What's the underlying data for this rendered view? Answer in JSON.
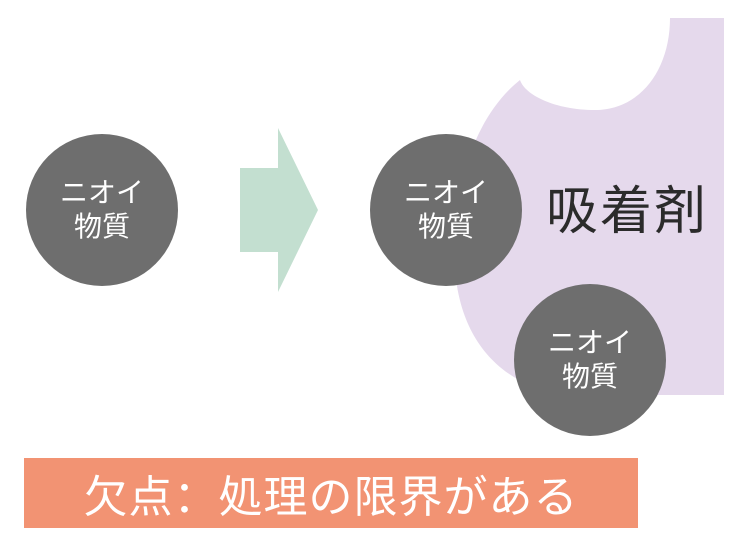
{
  "diagram": {
    "odor_substance_label": "ニオイ\n物質",
    "adsorbent_label": "吸着剤",
    "drawback_banner": "欠点：処理の限界がある"
  },
  "colors": {
    "circle_fill": "#6e6e6e",
    "arrow_fill": "#c3dfd0",
    "adsorbent_fill": "#e5d9ec",
    "banner_fill": "#f29373",
    "label_text": "#ffffff"
  }
}
